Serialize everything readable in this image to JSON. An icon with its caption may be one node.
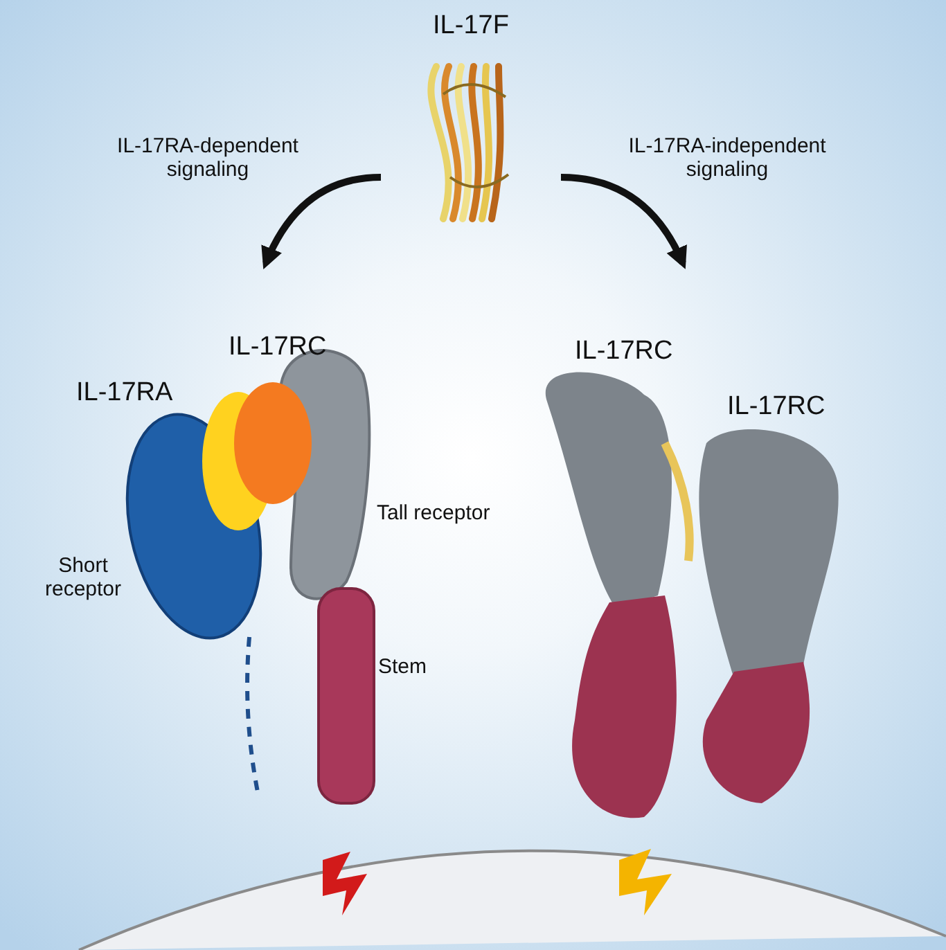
{
  "diagram": {
    "nodes": [
      {
        "text": [
          "IL-17F"
        ]
      },
      {
        "text": [
          "IL-17RA",
          "Short receptor"
        ]
      },
      {
        "text": [
          "IL-17RC",
          "Tall receptor"
        ]
      },
      {
        "text": [
          "Stem"
        ]
      },
      {
        "text": [
          "IL-17RC"
        ]
      },
      {
        "text": [
          "IL-17RC"
        ]
      },
      {
        "text": [],
        "shape": "circle"
      }
    ],
    "edges": [
      {
        "from": 0,
        "to": 2,
        "arrow": "to",
        "label": "IL-17RA-dependent signaling"
      },
      {
        "from": 0,
        "to": 4,
        "arrow": "to",
        "label": "IL-17RA-independent signaling"
      },
      {
        "from": 1,
        "to": 6,
        "arrow": "none",
        "style": "dashed",
        "color": "#1f4e8c"
      }
    ]
  }
}
